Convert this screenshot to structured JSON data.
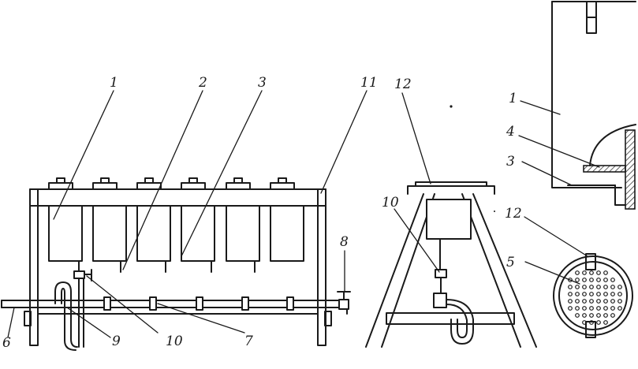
{
  "labels": {
    "l1": "1",
    "l2": "2",
    "l3": "3",
    "l11": "11",
    "l12": "12",
    "l8": "8",
    "l10a": "10",
    "l10b": "10",
    "l6": "6",
    "l9": "9",
    "l7": "7",
    "r1": "1",
    "r4": "4",
    "r3": "3",
    "r12": "12",
    "r5": "5"
  }
}
